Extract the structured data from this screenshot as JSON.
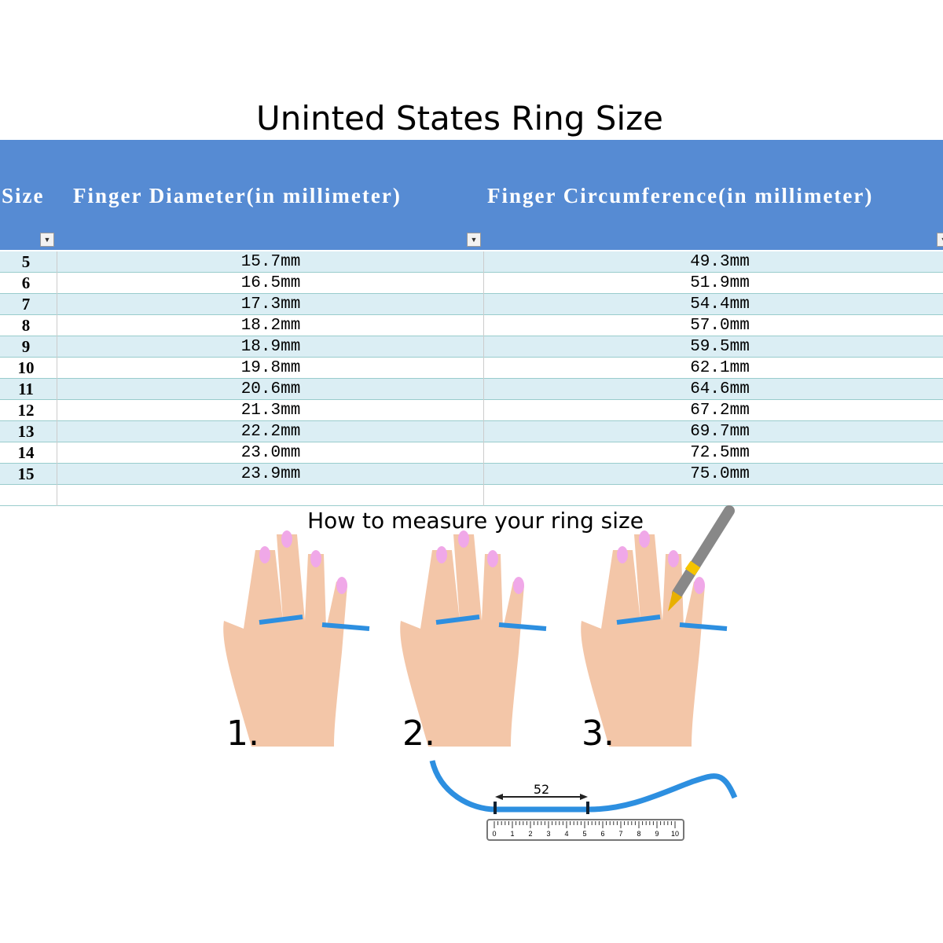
{
  "title": "Uninted States Ring Size",
  "table": {
    "headers": [
      "Size",
      "Finger Diameter(in millimeter)",
      "Finger Circumference(in millimeter)"
    ],
    "rows": [
      [
        "5",
        "15.7mm",
        "49.3mm"
      ],
      [
        "6",
        "16.5mm",
        "51.9mm"
      ],
      [
        "7",
        "17.3mm",
        "54.4mm"
      ],
      [
        "8",
        "18.2mm",
        "57.0mm"
      ],
      [
        "9",
        "18.9mm",
        "59.5mm"
      ],
      [
        "10",
        "19.8mm",
        "62.1mm"
      ],
      [
        "11",
        "20.6mm",
        "64.6mm"
      ],
      [
        "12",
        "21.3mm",
        "67.2mm"
      ],
      [
        "13",
        "22.2mm",
        "69.7mm"
      ],
      [
        "14",
        "23.0mm",
        "72.5mm"
      ],
      [
        "15",
        "23.9mm",
        "75.0mm"
      ],
      [
        "",
        "",
        ""
      ]
    ]
  },
  "instructions": {
    "title": "How to measure your ring size",
    "steps": [
      "1.",
      "2.",
      "3."
    ],
    "measure_label": "52",
    "ruler_ticks": [
      "0",
      "1",
      "2",
      "3",
      "4",
      "5",
      "6",
      "7",
      "8",
      "9",
      "10"
    ]
  },
  "colors": {
    "header": "#568bd3",
    "row_alt": "#dbeef4",
    "skin": "#f3c6a8",
    "nail": "#f0a8e8",
    "string": "#2d8fe0"
  }
}
